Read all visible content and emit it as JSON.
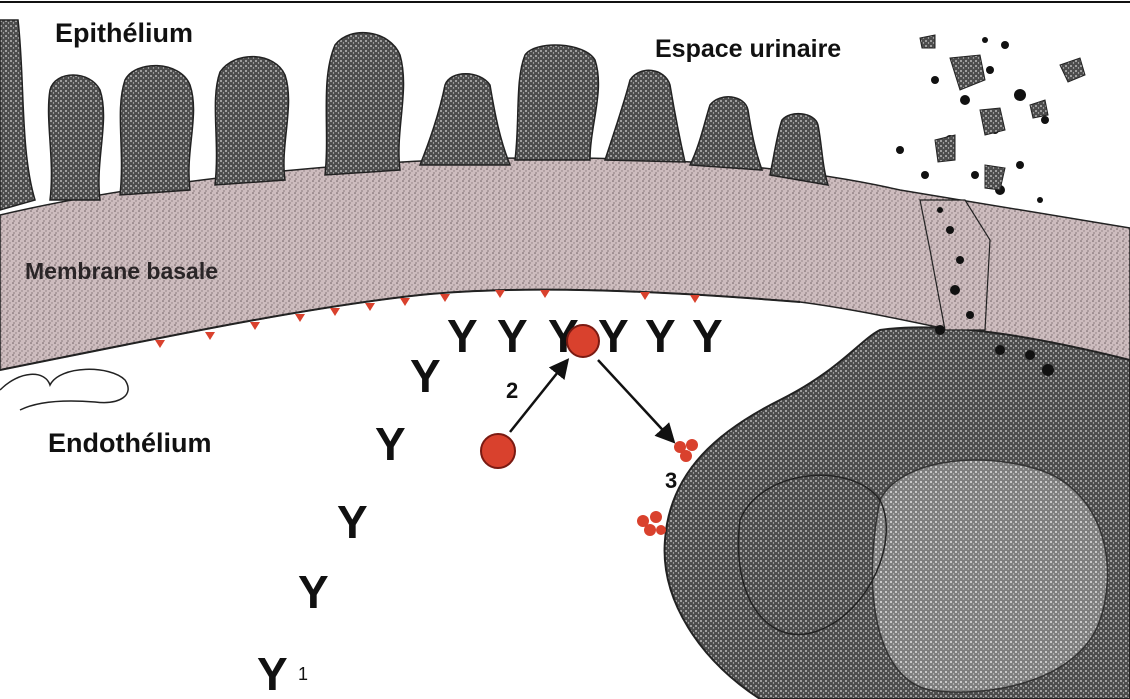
{
  "labels": {
    "epithelium": "Epithélium",
    "urinary_space": "Espace urinaire",
    "basement_membrane": "Membrane basale",
    "endothelium": "Endothélium",
    "step_2": "2",
    "step_3": "3",
    "subscript_1": "1"
  },
  "antibody_glyph": "Y",
  "colors": {
    "antigen": "#d9412d",
    "antigen_outline": "#7a1a12",
    "membrane": "#cbb9bb",
    "cell": "#4a4a4a",
    "cell_light": "#8a8a8a",
    "text": "#111111"
  }
}
